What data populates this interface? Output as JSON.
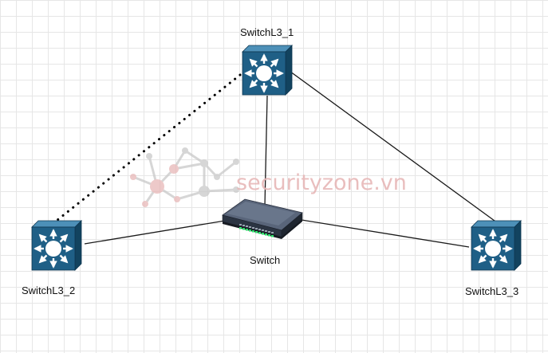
{
  "diagram": {
    "nodes": [
      {
        "id": "l3_1",
        "label": "SwitchL3_1",
        "type": "layer3-switch"
      },
      {
        "id": "l3_2",
        "label": "SwitchL3_2",
        "type": "layer3-switch"
      },
      {
        "id": "l3_3",
        "label": "SwitchL3_3",
        "type": "layer3-switch"
      },
      {
        "id": "sw",
        "label": "Switch",
        "type": "layer2-switch"
      }
    ],
    "edges": [
      {
        "from": "l3_1",
        "to": "l3_2",
        "style": "dotted"
      },
      {
        "from": "l3_1",
        "to": "l3_3",
        "style": "solid"
      },
      {
        "from": "l3_1",
        "to": "sw",
        "style": "solid"
      },
      {
        "from": "l3_2",
        "to": "sw",
        "style": "solid"
      },
      {
        "from": "sw",
        "to": "l3_3",
        "style": "solid"
      }
    ]
  },
  "watermark": {
    "text": "securityzone.vn"
  },
  "colors": {
    "switch_body": "#1f5f86",
    "switch_top": "#4d90b8",
    "switch_side": "#12435f",
    "line": "#1a1a1a",
    "watermark": "#e7b7b7",
    "grid": "#e6e6e6"
  }
}
